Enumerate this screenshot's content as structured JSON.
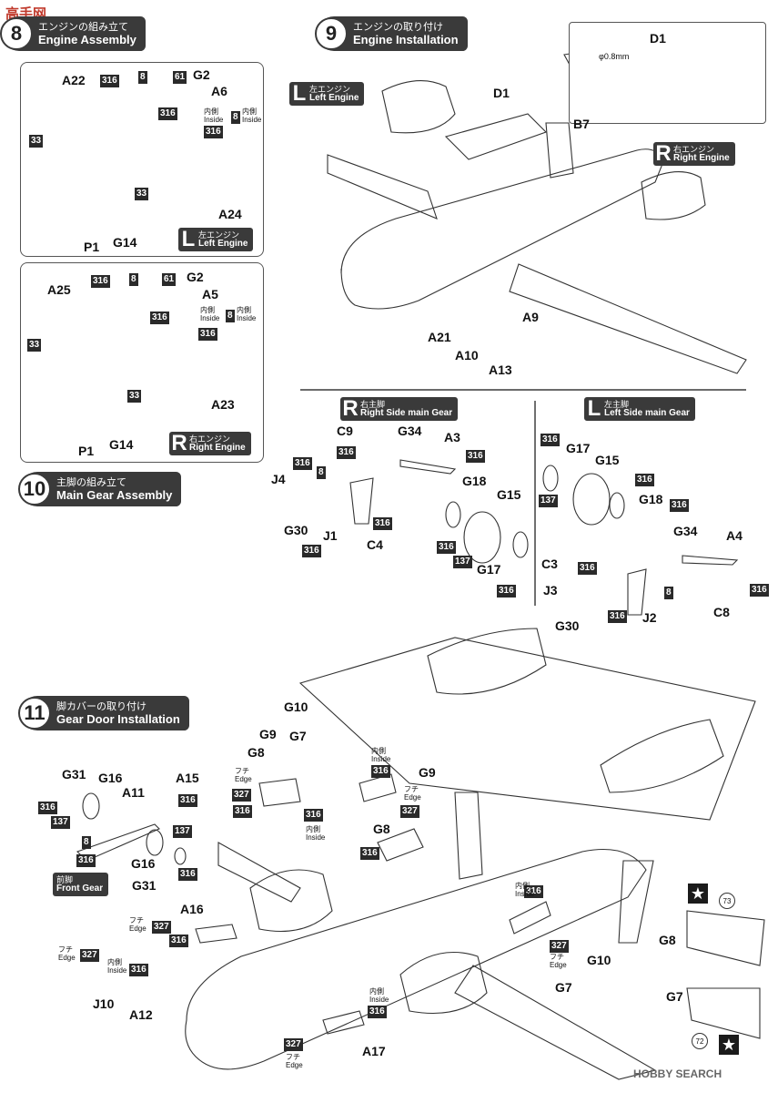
{
  "watermark": {
    "logo": "高手网",
    "site": "HOBBY SEARCH"
  },
  "step8": {
    "num": "8",
    "jp": "エンジンの組み立て",
    "en": "Engine Assembly"
  },
  "step9": {
    "num": "9",
    "jp": "エンジンの取り付け",
    "en": "Engine Installation"
  },
  "step10": {
    "num": "10",
    "jp": "主脚の組み立て",
    "en": "Main Gear Assembly"
  },
  "step11": {
    "num": "11",
    "jp": "脚カバーの取り付け",
    "en": "Gear Door Installation"
  },
  "tags": {
    "left_engine": {
      "letter": "L",
      "jp": "左エンジン",
      "en": "Left Engine"
    },
    "right_engine": {
      "letter": "R",
      "jp": "右エンジン",
      "en": "Right Engine"
    },
    "right_main_gear": {
      "letter": "R",
      "jp": "右主脚",
      "en": "Right Side main Gear"
    },
    "left_main_gear": {
      "letter": "L",
      "jp": "左主脚",
      "en": "Left Side main Gear"
    },
    "front_gear": {
      "jp": "前脚",
      "en": "Front Gear"
    }
  },
  "notes": {
    "inside_jp": "内側",
    "inside_en": "Inside",
    "edge_jp": "フチ",
    "edge_en": "Edge",
    "drill": "φ0.8mm"
  },
  "colors": {
    "accent": "#3a3a3a",
    "paint_code_bg": "#2a2a2a",
    "logo": "#c0392b"
  },
  "decals": {
    "d72": "72",
    "d73": "73"
  },
  "p8a": {
    "A22": "A22",
    "G2": "G2",
    "A6": "A6",
    "c316a": "316",
    "c8": "8",
    "c61": "61",
    "c316b": "316",
    "c8b": "8",
    "c316c": "316",
    "c33a": "33",
    "c33b": "33",
    "A24": "A24",
    "P1": "P1",
    "G14": "G14"
  },
  "p8b": {
    "A25": "A25",
    "G2": "G2",
    "A5": "A5",
    "c316a": "316",
    "c8": "8",
    "c61": "61",
    "c316b": "316",
    "c8b": "8",
    "c316c": "316",
    "c33a": "33",
    "c33b": "33",
    "A23": "A23",
    "P1": "P1",
    "G14": "G14"
  },
  "p9": {
    "D1top": "D1",
    "D1": "D1",
    "B7": "B7",
    "A9": "A9",
    "A21": "A21",
    "A10": "A10",
    "A13": "A13"
  },
  "p10r": {
    "C9": "C9",
    "G34": "G34",
    "A3": "A3",
    "c316a": "316",
    "c316b": "316",
    "J4": "J4",
    "c316c": "316",
    "c8": "8",
    "G18": "G18",
    "G15": "G15",
    "G30": "G30",
    "J1": "J1",
    "c316d": "316",
    "C4": "C4",
    "c316e": "316",
    "c137": "137",
    "G17": "G17",
    "c316f": "316",
    "c316g": "316"
  },
  "p10l": {
    "c316a": "316",
    "G17": "G17",
    "G15": "G15",
    "c316b": "316",
    "c137": "137",
    "G18": "G18",
    "c316c": "316",
    "G34": "G34",
    "A4": "A4",
    "C3": "C3",
    "c316d": "316",
    "J3": "J3",
    "c8": "8",
    "c316e": "316",
    "J2": "J2",
    "C8": "C8",
    "G30": "G30",
    "c316f": "316"
  },
  "p11": {
    "G10a": "G10",
    "G9a": "G9",
    "G7a": "G7",
    "G8a": "G8",
    "G31a": "G31",
    "G16a": "G16",
    "A11": "A11",
    "A15": "A15",
    "c316a": "316",
    "c137a": "137",
    "c316b": "316",
    "c316c": "316",
    "c137b": "137",
    "c8": "8",
    "c316d": "316",
    "G16b": "G16",
    "G31b": "G31",
    "c316e": "316",
    "c327a": "327",
    "c316f": "316",
    "c316g": "316",
    "c327b": "327",
    "c316h": "316",
    "G9b": "G9",
    "G8b": "G8",
    "c316i": "316",
    "A16": "A16",
    "c327c": "327",
    "c316j": "316",
    "c327d": "327",
    "c316k": "316",
    "J10": "J10",
    "A12": "A12",
    "c316l": "316",
    "c327e": "327",
    "G10b": "G10",
    "G7b": "G7",
    "c316m": "316",
    "c327f": "327",
    "A17": "A17",
    "G8r": "G8",
    "G7r": "G7"
  }
}
